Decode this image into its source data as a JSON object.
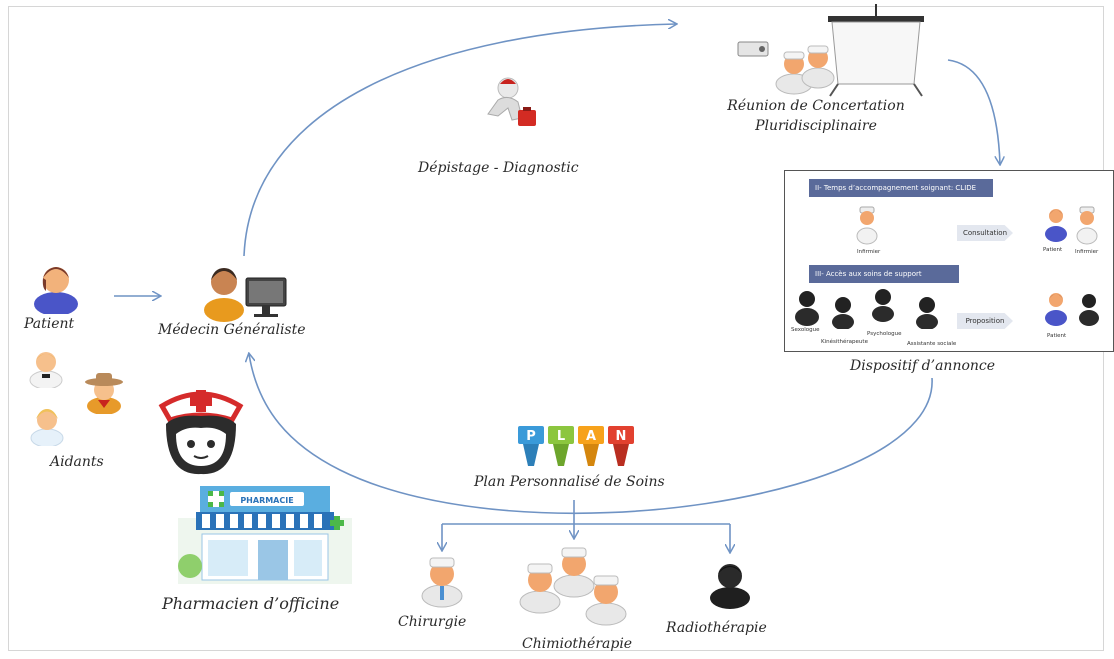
{
  "nodes": {
    "patient": "Patient",
    "aidants": "Aidants",
    "medecin": "Médecin Généraliste",
    "depistage": "Dépistage - Diagnostic",
    "rcp_line1": "Réunion de Concertation",
    "rcp_line2": "Pluridisciplinaire",
    "dispositif": "Dispositif d’annonce",
    "pps": "Plan Personnalisé de Soins",
    "pharmacien": "Pharmacien d’officine",
    "chirurgie": "Chirurgie",
    "chimio": "Chimiothérapie",
    "radio": "Radiothérapie"
  },
  "annonce_panel": {
    "bar1": "II- Temps d’accompagnement soignant: CLIDE",
    "bar2": "III- Accès aux soins de support",
    "consultation": "Consultation",
    "proposition": "Proposition",
    "infirmier": "Infirmier",
    "patient_a": "Patient",
    "infirmier_b": "Infirmier",
    "sexologue": "Sexologue",
    "kine": "Kinésithérapeute",
    "psychologue": "Psychologue",
    "assistante": "Assistante sociale",
    "patient_c": "Patient"
  },
  "pharmacie_sign": "PHARMACIE",
  "plan_letters": [
    "P",
    "L",
    "A",
    "N"
  ],
  "colors": {
    "arrow": "#6f93c4",
    "plan": [
      "#3a9ad9",
      "#8cc63f",
      "#f7a21b",
      "#e2412f"
    ],
    "nurse_red": "#d52b2b",
    "pharmacy_green": "#4cb848"
  }
}
